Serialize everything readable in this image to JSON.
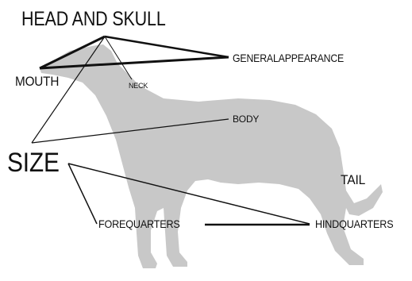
{
  "labels": {
    "head_and_skull": "HEAD AND SKULL",
    "mouth": "MOUTH",
    "neck": "NECK",
    "general_appearance": "GENERALAPPEARANCE",
    "body": "BODY",
    "size": "SIZE",
    "tail": "TAIL",
    "forequarters": "FOREQUARTERS",
    "hindquarters": "HINDQUARTERS"
  },
  "colors": {
    "silhouette": "#c8c8c8",
    "lines": "#111111",
    "text": "#111111",
    "background": "#ffffff"
  }
}
